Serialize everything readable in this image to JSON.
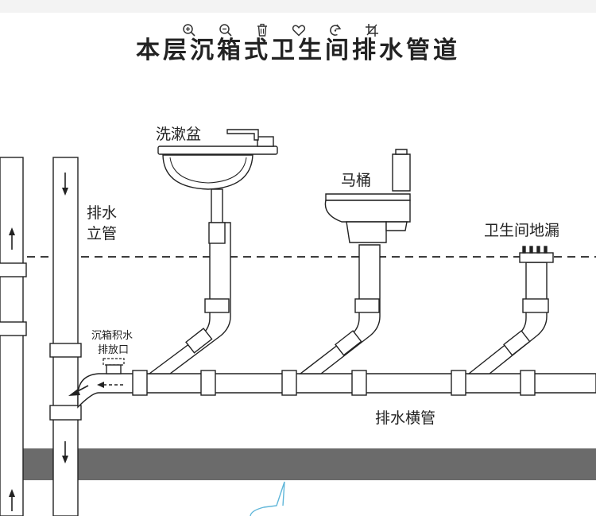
{
  "toolbar": {
    "icons": [
      "zoom-in-icon",
      "zoom-out-icon",
      "delete-icon",
      "favorite-icon",
      "rotate-icon",
      "crop-icon"
    ]
  },
  "diagram": {
    "title": "本层沉箱式卫生间排水管道",
    "labels": {
      "basin": "洗漱盆",
      "toilet": "马桶",
      "floor_drain": "卫生间地漏",
      "stack_line1": "排水",
      "stack_line2": "立管",
      "sump_line1": "沉箱积水",
      "sump_line2": "排放口",
      "horizontal_pipe": "排水横管"
    }
  }
}
